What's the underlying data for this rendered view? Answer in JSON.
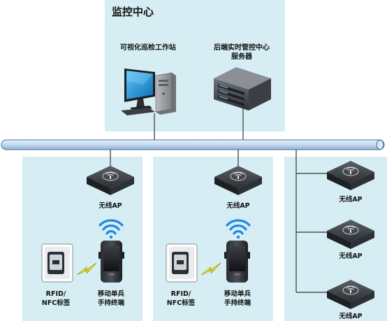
{
  "monitor_center": {
    "title": "监控中心",
    "workstation_label": "可视化巡检工作站",
    "server_label_line1": "后端实时管控中心",
    "server_label_line2": "服务器"
  },
  "zones": [
    {
      "ap_label": "无线AP",
      "tag_label_line1": "RFID/",
      "tag_label_line2": "NFC标签",
      "terminal_label_line1": "移动单兵",
      "terminal_label_line2": "手持终端"
    },
    {
      "ap_label": "无线AP",
      "tag_label_line1": "RFID/",
      "tag_label_line2": "NFC标签",
      "terminal_label_line1": "移动单兵",
      "terminal_label_line2": "手持终端"
    }
  ],
  "ap_branch": {
    "labels": [
      "无线AP",
      "无线AP",
      "无线AP"
    ]
  },
  "colors": {
    "panel_fill": "#d6eef3",
    "backbone": "#c4daf0",
    "backbone_stroke": "#4a6f99",
    "wifi": "#1e88e5",
    "lightning": "#f2e200",
    "monitor_screen": "#1f9be0"
  }
}
